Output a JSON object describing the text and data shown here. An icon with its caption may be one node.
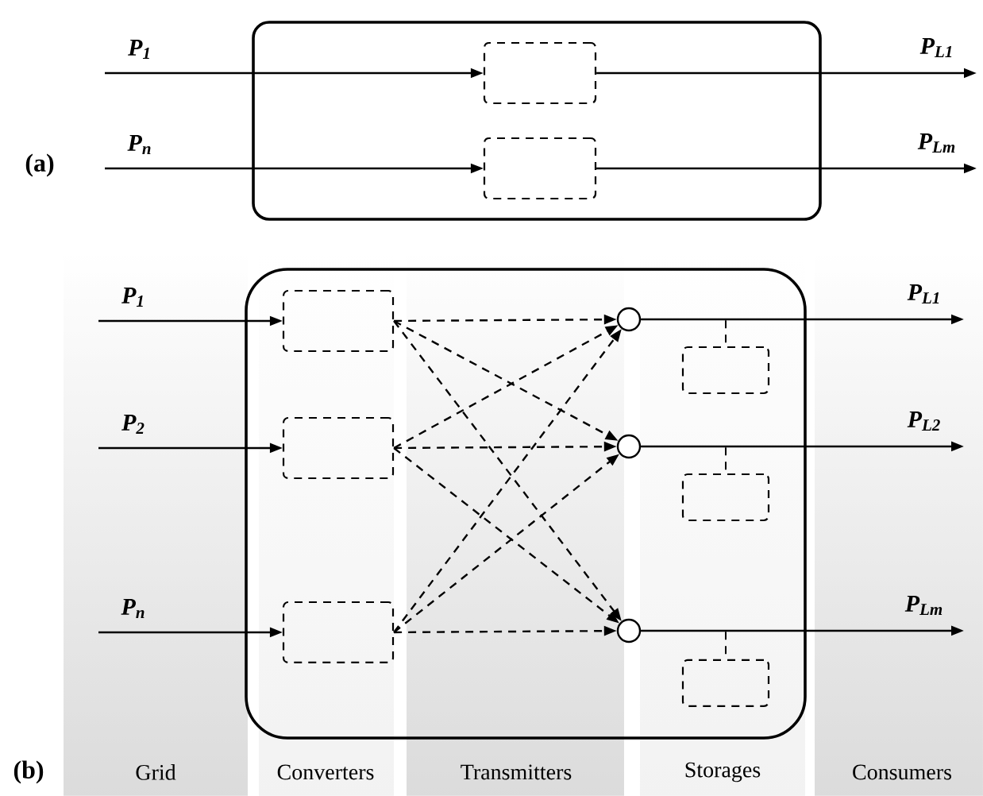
{
  "diagram": {
    "nodes": [
      {
        "text": [],
        "shape": "box"
      },
      {
        "text": [],
        "shape": "box",
        "in": 0
      },
      {
        "text": [],
        "shape": "box",
        "in": 0
      },
      {
        "text": [],
        "shape": "box"
      },
      {
        "text": [],
        "shape": "box",
        "in": 3
      },
      {
        "text": [],
        "shape": "box",
        "in": 3
      },
      {
        "text": [],
        "shape": "box",
        "in": 3
      },
      {
        "text": [],
        "shape": "circle",
        "in": 3
      },
      {
        "text": [],
        "shape": "circle",
        "in": 3
      },
      {
        "text": [],
        "shape": "circle",
        "in": 3
      },
      {
        "text": [],
        "shape": "box",
        "in": 3
      },
      {
        "text": [],
        "shape": "box",
        "in": 3
      },
      {
        "text": [],
        "shape": "box",
        "in": 3
      }
    ],
    "edges": [
      {
        "from": null,
        "to": 1,
        "arrow": "to",
        "label": "P$_{1}$"
      },
      {
        "from": null,
        "to": 2,
        "arrow": "to",
        "label": "P$_{n}$"
      },
      {
        "from": 1,
        "to": null,
        "arrow": "to",
        "label": "P$_{L1}$"
      },
      {
        "from": 2,
        "to": null,
        "arrow": "to",
        "label": "P$_{Lm}$"
      },
      {
        "from": null,
        "to": 4,
        "arrow": "to",
        "label": "P$_{1}$"
      },
      {
        "from": null,
        "to": 5,
        "arrow": "to",
        "label": "P$_{2}$"
      },
      {
        "from": null,
        "to": 6,
        "arrow": "to",
        "label": "P$_{n}$"
      },
      {
        "from": 4,
        "to": 7,
        "arrow": "to",
        "style": "dashed"
      },
      {
        "from": 5,
        "to": 8,
        "arrow": "to",
        "style": "dashed"
      },
      {
        "from": 6,
        "to": 9,
        "arrow": "to",
        "style": "dashed"
      },
      {
        "from": 4,
        "to": 8,
        "arrow": "to",
        "style": "dashed"
      },
      {
        "from": 4,
        "to": 9,
        "arrow": "to",
        "style": "dashed"
      },
      {
        "from": 5,
        "to": 7,
        "arrow": "to",
        "style": "dashed"
      },
      {
        "from": 5,
        "to": 9,
        "arrow": "to",
        "style": "dashed"
      },
      {
        "from": 6,
        "to": 7,
        "arrow": "to",
        "style": "dashed"
      },
      {
        "from": 6,
        "to": 8,
        "arrow": "to",
        "style": "dashed"
      },
      {
        "from": 7,
        "to": 10,
        "arrow": "none",
        "style": "dashed"
      },
      {
        "from": 8,
        "to": 11,
        "arrow": "none",
        "style": "dashed"
      },
      {
        "from": 9,
        "to": 12,
        "arrow": "none",
        "style": "dashed"
      },
      {
        "from": 7,
        "to": null,
        "arrow": "to",
        "label": "P$_{L1}$"
      },
      {
        "from": 8,
        "to": null,
        "arrow": "to",
        "label": "P$_{L2}$"
      },
      {
        "from": 9,
        "to": null,
        "arrow": "to",
        "label": "P$_{Lm}$"
      }
    ],
    "labels": [
      "(a)",
      "(b)",
      "Grid",
      "Converters",
      "Transmitters",
      "Storages",
      "Consumers"
    ]
  }
}
